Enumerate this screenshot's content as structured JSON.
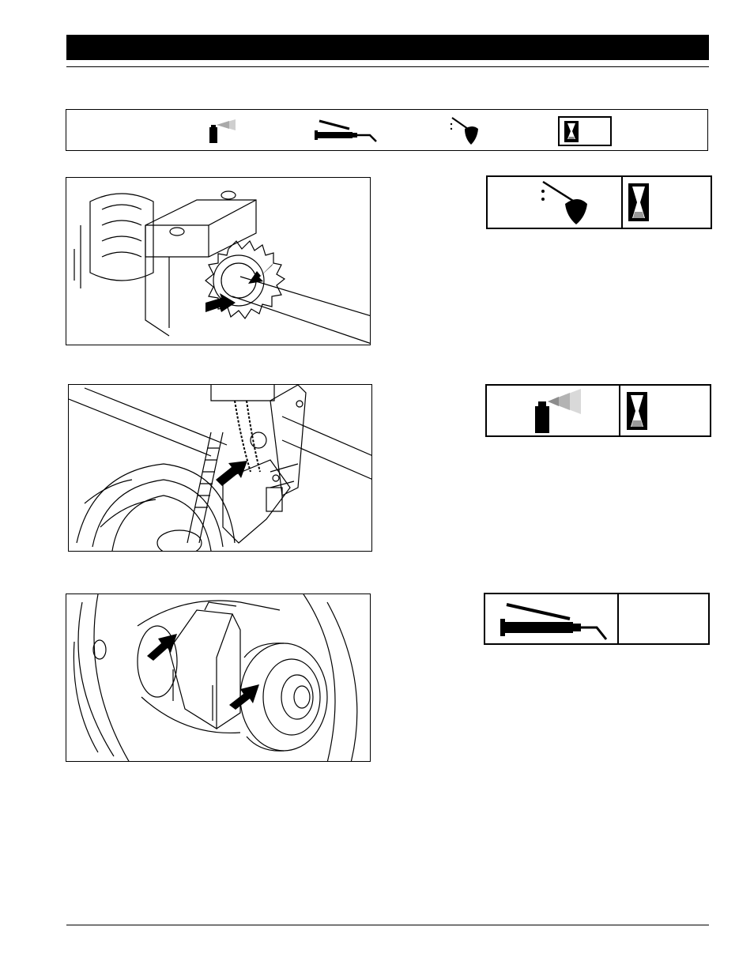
{
  "header": {
    "title": ""
  },
  "legend": {
    "items": [
      {
        "icon": "spray-can-icon"
      },
      {
        "icon": "grease-gun-icon"
      },
      {
        "icon": "oil-can-icon"
      },
      {
        "icon": "hourglass-icon"
      }
    ]
  },
  "sections": [
    {
      "figure": "sprocket-and-hub-illustration",
      "lube": {
        "icon": "oil-can-icon",
        "interval_icon": "hourglass-icon"
      },
      "arrows": 2
    },
    {
      "figure": "drive-chain-and-wheel-illustration",
      "lube": {
        "icon": "spray-can-icon",
        "interval_icon": "hourglass-icon"
      },
      "arrows": 1
    },
    {
      "figure": "wheel-bearing-hub-illustration",
      "lube": {
        "icon": "grease-gun-icon",
        "interval_icon": ""
      },
      "arrows": 2
    }
  ],
  "colors": {
    "ink": "#000000",
    "paper": "#ffffff",
    "spray_gray": "#bbbbbb"
  }
}
